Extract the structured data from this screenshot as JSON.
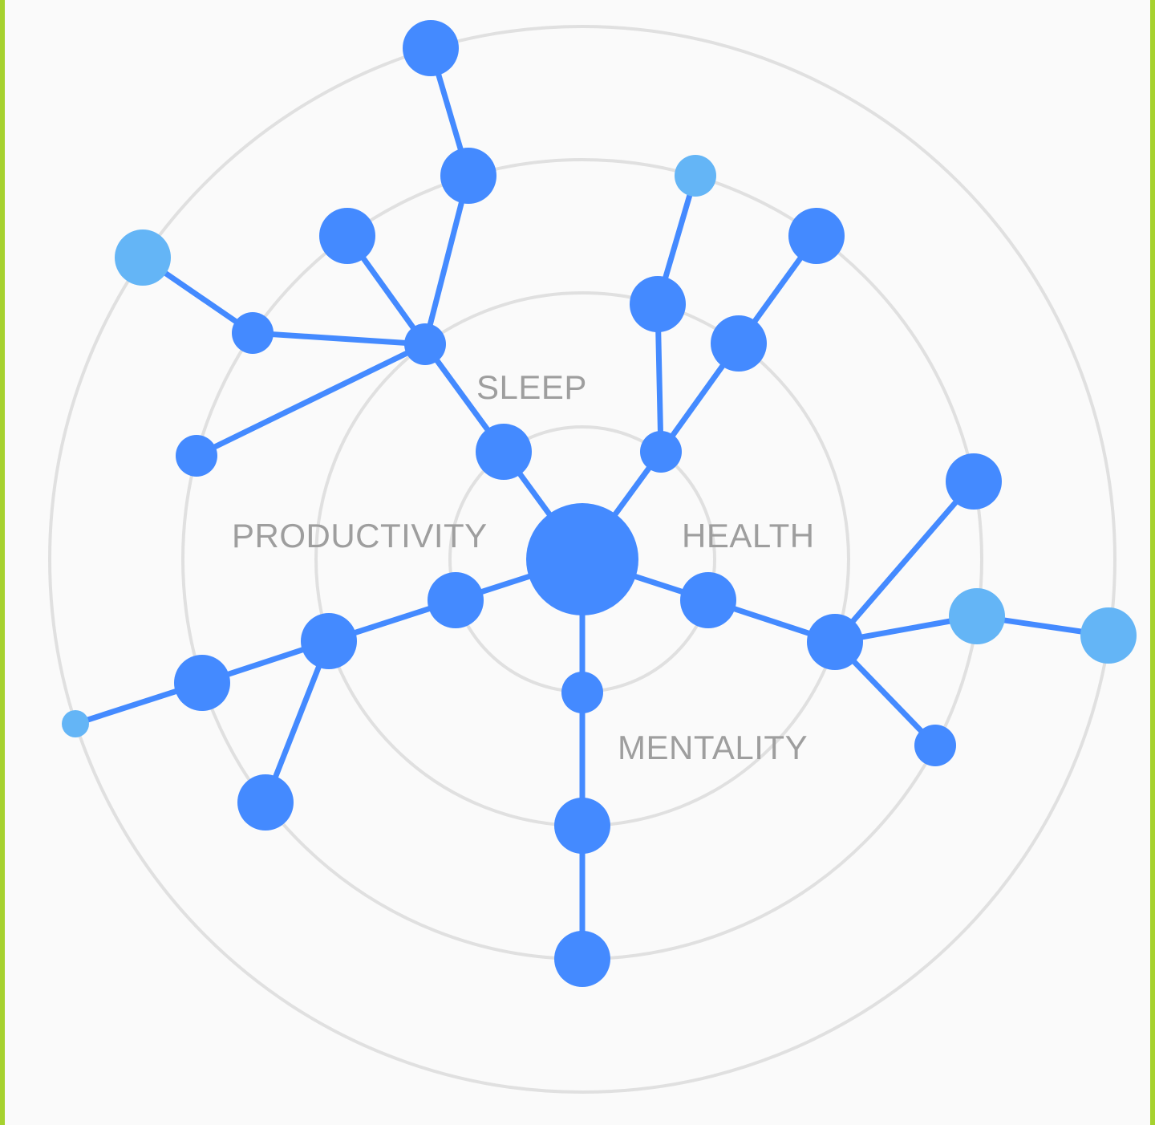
{
  "diagram": {
    "colors": {
      "background": "#fafafa",
      "frame_border": "#a6d22f",
      "ring": "#e0e0e0",
      "edge": "#448aff",
      "node_primary": "#448aff",
      "node_secondary": "#64b5f6",
      "label": "#9e9e9e"
    },
    "categories": {
      "sleep": "SLEEP",
      "health": "HEALTH",
      "productivity": "PRODUCTIVITY",
      "mentality": "MENTALITY"
    }
  }
}
